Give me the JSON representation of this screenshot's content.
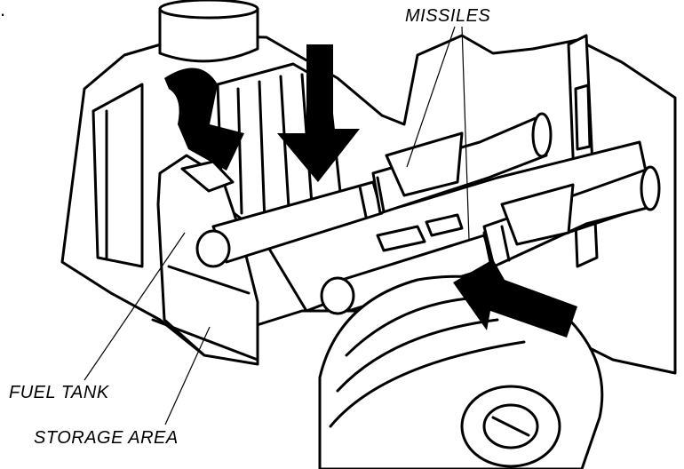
{
  "labels": {
    "step_marker": ".",
    "missiles": "MISSILES",
    "fuel_tank": "FUEL TANK",
    "storage_area": "STORAGE AREA"
  },
  "colors": {
    "ink": "#000000",
    "paper": "#ffffff"
  }
}
